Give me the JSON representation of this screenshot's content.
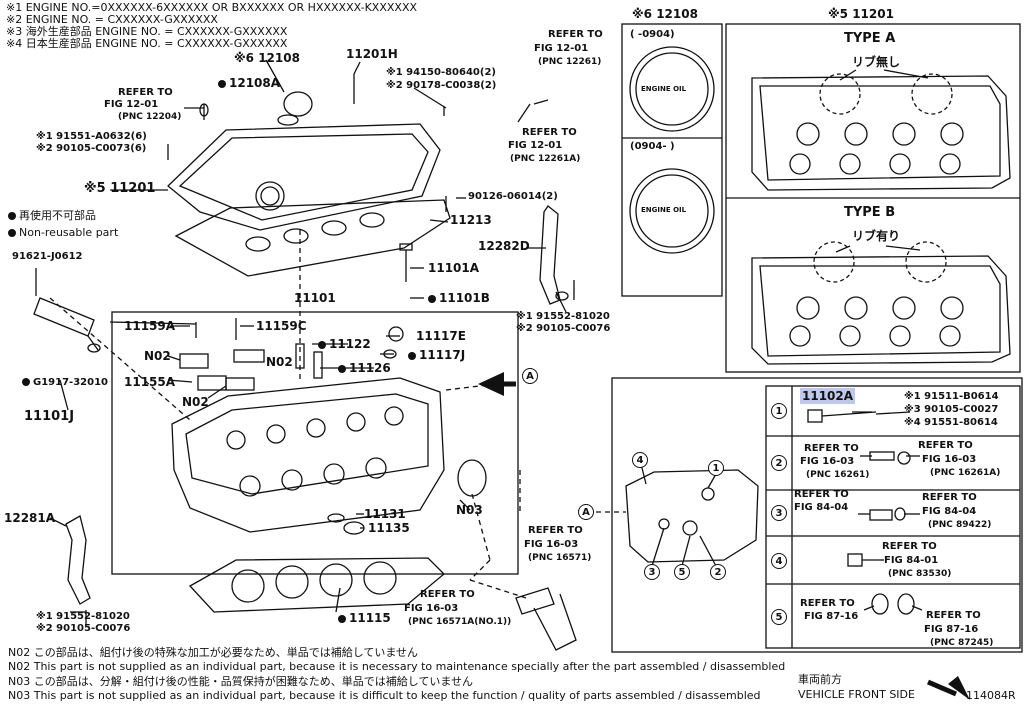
{
  "header_notes": [
    "※1 ENGINE NO.=0XXXXXX-6XXXXXX OR BXXXXXX OR HXXXXXX-KXXXXXX",
    "※2 ENGINE NO. = CXXXXXX-GXXXXXX",
    "※3 海外生産部品  ENGINE NO. = CXXXXXX-GXXXXXX",
    "※4 日本生産部品  ENGINE NO. = CXXXXXX-GXXXXXX"
  ],
  "legend": {
    "reuse_jp": "再使用不可部品",
    "reuse_en": "Non-reusable part"
  },
  "parts": {
    "p12108": "※6 12108",
    "p12108A": "12108A",
    "p11201H": "11201H",
    "p94150": "※1 94150-80640(2)",
    "p90178": "※2 90178-C0038(2)",
    "ref1201_a": "REFER TO",
    "ref1201_b": "FIG 12-01",
    "ref1201_c": "(PNC 12204)",
    "p91551a": "※1 91551-A0632(6)",
    "p90105a": "※2 90105-C0073(6)",
    "p11201": "※5 11201",
    "p90126": "90126-06014(2)",
    "p11213": "11213",
    "p12282D": "12282D",
    "p91621": "91621-J0612",
    "p11101A": "11101A",
    "p11101B": "11101B",
    "p11101": "11101",
    "p91552a": "※1 91552-81020",
    "p90105b": "※2 90105-C0076",
    "p11159A": "11159A",
    "p11159C": "11159C",
    "p11117E": "11117E",
    "p11122": "11122",
    "p11117J": "11117J",
    "pN02a": "N02",
    "pN02b": "N02",
    "pN02c": "N02",
    "p11126": "11126",
    "p11155A": "11155A",
    "pG1917": "G1917-32010",
    "p11101J": "11101J",
    "p12281A": "12281A",
    "p11131": "11131",
    "p11135": "11135",
    "pN03": "N03",
    "p91552b": "※1 91552-81020",
    "p90105c": "※2 90105-C0076",
    "p11115": "11115",
    "refTR_a": "REFER TO",
    "refTR_b": "FIG 12-01",
    "refTR_c": "(PNC 12261)",
    "refTR2_a": "REFER TO",
    "refTR2_b": "FIG 12-01",
    "refTR2_c": "(PNC 12261A)",
    "ref1603a_a": "REFER TO",
    "ref1603a_b": "FIG 16-03",
    "ref1603a_c": "(PNC 16571)",
    "ref1603b_a": "REFER TO",
    "ref1603b_b": "FIG 16-03",
    "ref1603b_c": "(PNC 16571A(NO.1))",
    "circleA": "A"
  },
  "cap_panel": {
    "title": "※6 12108",
    "range1": "(      -0904)",
    "range2": "(0904-      )",
    "cap1_label": "ENGINE OIL",
    "cap2_label": "ENGINE OIL"
  },
  "type_panel": {
    "title": "※5 11201",
    "type_a": "TYPE  A",
    "type_a_note": "リブ無し",
    "type_b": "TYPE  B",
    "type_b_note": "リブ有り"
  },
  "detail_panel": {
    "label_A": "A",
    "rows": [
      {
        "num": "1",
        "part": "11102A",
        "lines": [
          "※1 91511-B0614",
          "※3 90105-C0027",
          "※4 91551-80614"
        ]
      },
      {
        "num": "2",
        "left": [
          "REFER TO",
          "FIG 16-03",
          "(PNC 16261)"
        ],
        "right": [
          "REFER TO",
          "FIG 16-03",
          "(PNC 16261A)"
        ]
      },
      {
        "num": "3",
        "left": [
          "REFER TO",
          "FIG 84-04",
          ""
        ],
        "right": [
          "REFER TO",
          "FIG 84-04",
          "(PNC 89422)"
        ]
      },
      {
        "num": "4",
        "right": [
          "REFER TO",
          "FIG 84-01",
          "(PNC 83530)"
        ]
      },
      {
        "num": "5",
        "left": [
          "REFER TO",
          "FIG 87-16",
          ""
        ],
        "right": [
          "REFER TO",
          "FIG 87-16",
          "(PNC 87245)"
        ]
      }
    ],
    "callouts": [
      "4",
      "1",
      "3",
      "5",
      "2"
    ]
  },
  "footer": {
    "n02_jp": "N02  この部品は、組付け後の特殊な加工が必要なため、単品では補給していません",
    "n02_en": "N02  This part is not supplied as an individual part, because it is necessary to maintenance specially after the part assembled / disassembled",
    "n03_jp": "N03  この部品は、分解・組付け後の性能・品質保持が困難なため、単品では補給していません",
    "n03_en": "N03  This part is not supplied as an individual part, because it is difficult to keep the function / quality of parts  assembled / disassembled",
    "front_jp": "車両前方",
    "front_en": "VEHICLE FRONT SIDE",
    "fig_id": "114084R"
  }
}
